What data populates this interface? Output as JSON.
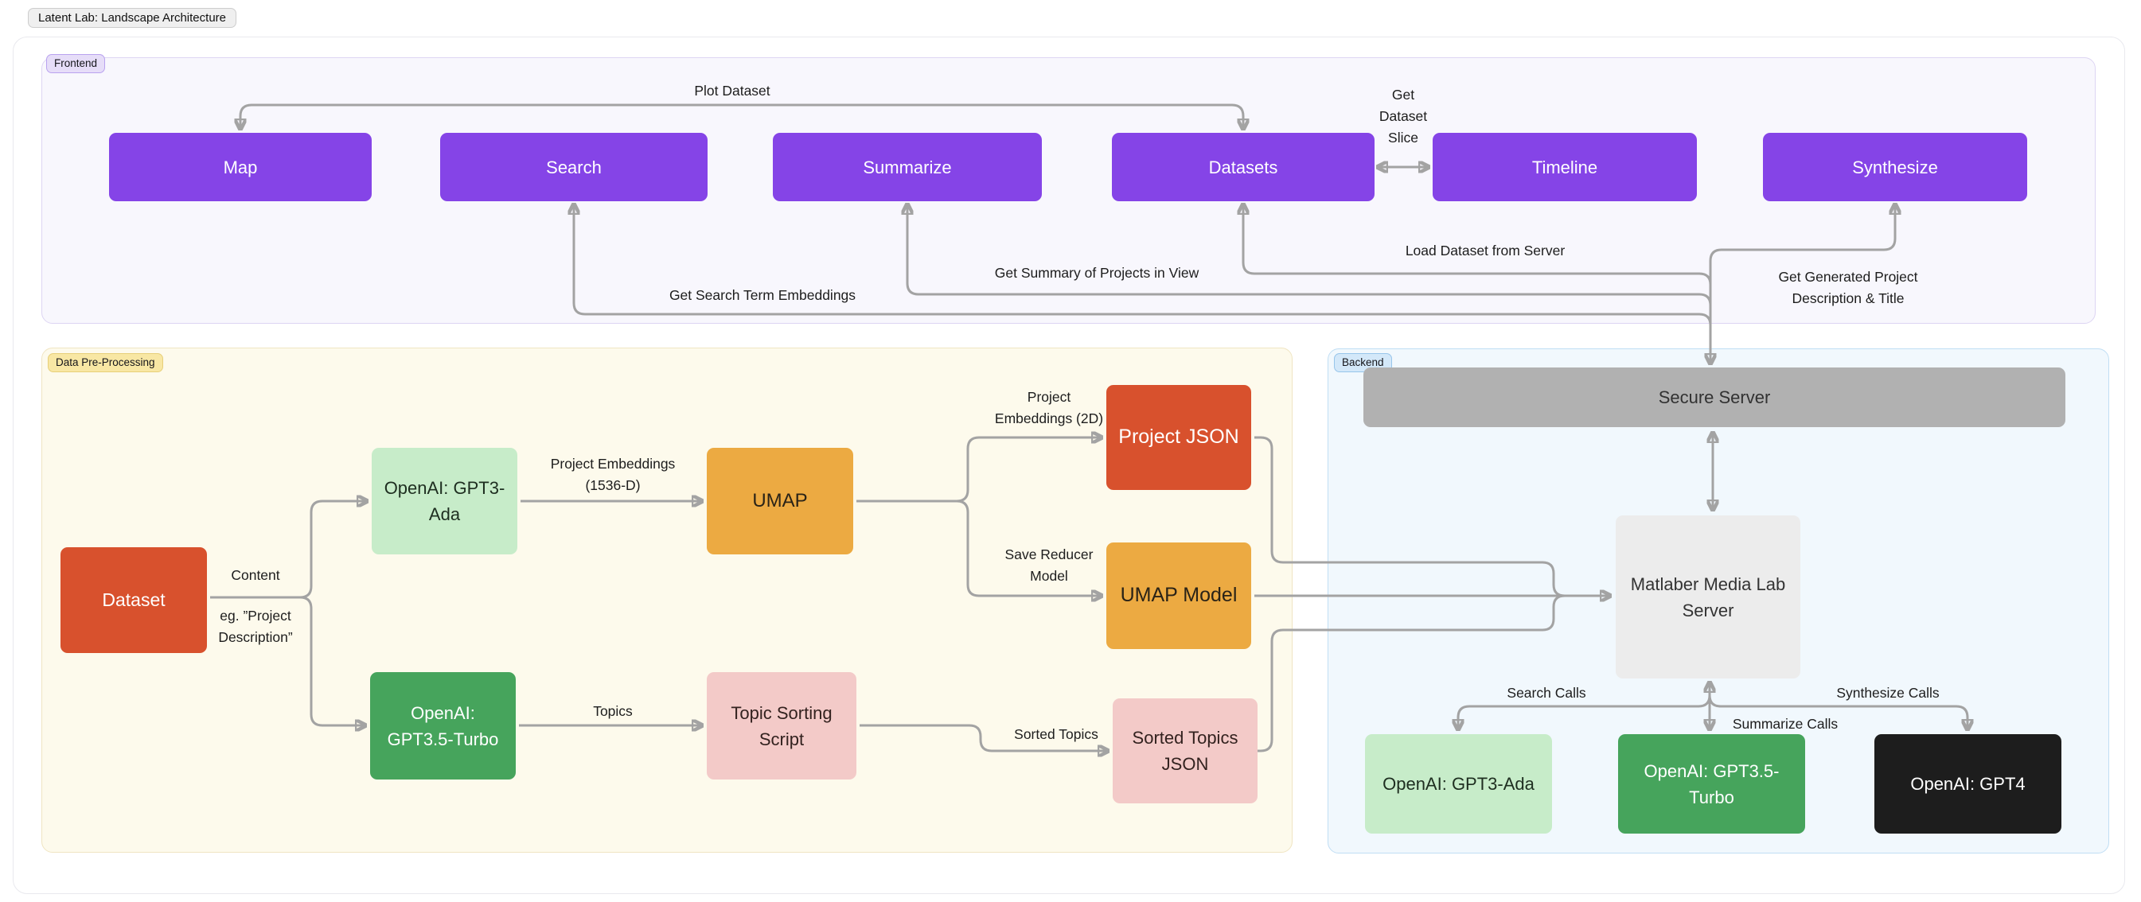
{
  "title": "Latent Lab: Landscape Architecture",
  "sections": {
    "frontend": "Frontend",
    "preprocessing": "Data Pre-Processing",
    "backend": "Backend"
  },
  "nodes": {
    "map": "Map",
    "search": "Search",
    "summarize": "Summarize",
    "datasets": "Datasets",
    "timeline": "Timeline",
    "synthesize": "Synthesize",
    "dataset": "Dataset",
    "gpt3_ada": "OpenAI: GPT3-Ada",
    "umap": "UMAP",
    "project_json": "Project JSON",
    "umap_model": "UMAP Model",
    "gpt35_turbo": "OpenAI: GPT3.5-Turbo",
    "topic_sorting_script": "Topic Sorting Script",
    "sorted_topics_json": "Sorted Topics JSON",
    "secure_server": "Secure Server",
    "matlaber": "Matlaber Media Lab Server",
    "backend_gpt3_ada": "OpenAI: GPT3-Ada",
    "backend_gpt35_turbo": "OpenAI: GPT3.5-Turbo",
    "backend_gpt4": "OpenAI: GPT4"
  },
  "edges": {
    "plot_dataset": "Plot Dataset",
    "get_dataset_slice": "Get Dataset Slice",
    "get_search_term_embeddings": "Get Search Term Embeddings",
    "get_summary_of_projects": "Get Summary of Projects in View",
    "load_dataset_from_server": "Load Dataset from Server",
    "get_generated_project": "Get Generated Project Description & Title",
    "content": "Content",
    "eg_project_description": "eg. ”Project Description”",
    "project_embeddings_1536": "Project Embeddings (1536-D)",
    "project_embeddings_2d": "Project Embeddings (2D)",
    "save_reducer_model": "Save Reducer Model",
    "topics": "Topics",
    "sorted_topics": "Sorted Topics",
    "search_calls": "Search Calls",
    "summarize_calls": "Summarize Calls",
    "synthesize_calls": "Synthesize Calls"
  },
  "colors": {
    "node_purple": "#8544e7",
    "node_red": "#d8512d",
    "node_orange": "#ecaa42",
    "node_light_green": "#c7ecc9",
    "node_green": "#46a45c",
    "node_pink": "#f3cac8",
    "node_gray": "#b1b1b1",
    "node_light_gray": "#ececec",
    "node_black": "#1d1d1d",
    "frontend_fill": "#f8f7fd",
    "preprocessing_fill": "#fdfaec",
    "backend_fill": "#f1f8fd",
    "connector": "#a3a3a3"
  }
}
